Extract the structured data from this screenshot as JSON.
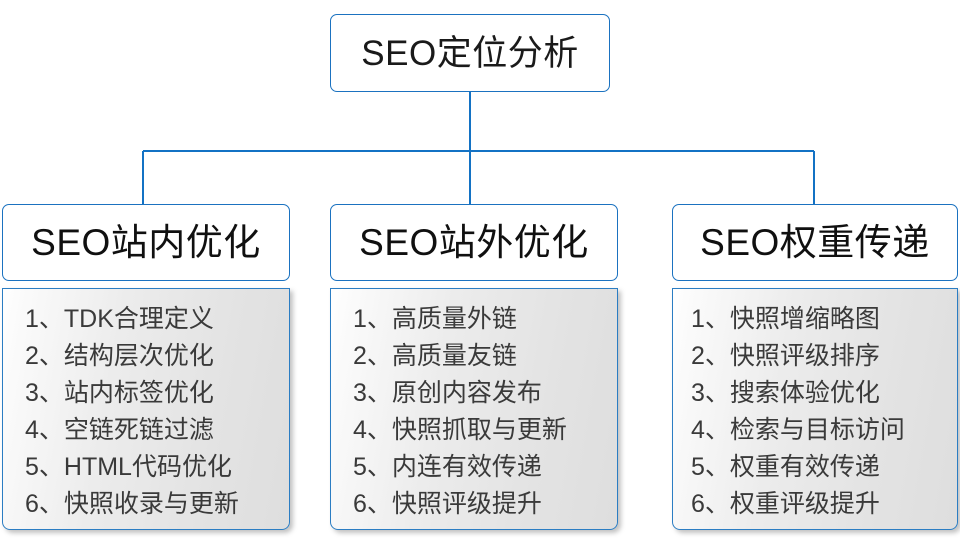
{
  "diagram": {
    "type": "org-chart",
    "accent_color": "#1b72c0",
    "root": {
      "label": "SEO定位分析"
    },
    "columns": [
      {
        "id": "seo-on-site",
        "header": "SEO站内优化",
        "items": [
          "1、TDK合理定义",
          "2、结构层次优化",
          "3、站内标签优化",
          "4、空链死链过滤",
          "5、HTML代码优化",
          "6、快照收录与更新"
        ]
      },
      {
        "id": "seo-off-site",
        "header": "SEO站外优化",
        "items": [
          "1、高质量外链",
          "2、高质量友链",
          "3、原创内容发布",
          "4、快照抓取与更新",
          "5、内连有效传递",
          "6、快照评级提升"
        ]
      },
      {
        "id": "seo-weight-transfer",
        "header": "SEO权重传递",
        "items": [
          "1、快照增缩略图",
          "2、快照评级排序",
          "3、搜索体验优化",
          "4、检索与目标访问",
          "5、权重有效传递",
          "6、权重评级提升"
        ]
      }
    ]
  }
}
